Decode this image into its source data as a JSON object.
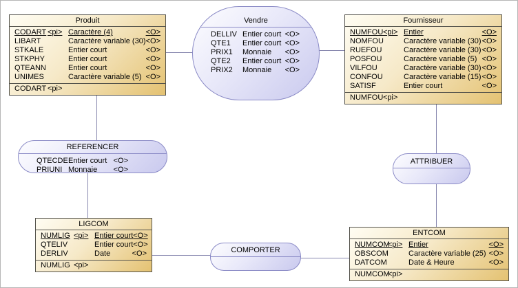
{
  "colors": {
    "entity_border": "#52514a",
    "entity_fill_light": "#fffdf3",
    "entity_fill_dark": "#e4c272",
    "association_border": "#8a8ac6",
    "association_fill_light": "#fdfdff",
    "association_fill_dark": "#c9c9ee",
    "link": "#8585ad",
    "text": "#000000",
    "canvas_background": "#ffffff"
  },
  "diagram": {
    "entities": [
      {
        "id": "produit",
        "title": "Produit",
        "attributes": [
          {
            "name": "CODART",
            "pi": "<pi>",
            "type": "Caractère (4)",
            "o": "<O>",
            "key": true
          },
          {
            "name": "LIBART",
            "pi": "",
            "type": "Caractère variable (30)",
            "o": "<O>"
          },
          {
            "name": "STKALE",
            "pi": "",
            "type": "Entier court",
            "o": "<O>"
          },
          {
            "name": "STKPHY",
            "pi": "",
            "type": "Entier court",
            "o": "<O>"
          },
          {
            "name": "QTEANN",
            "pi": "",
            "type": "Entier court",
            "o": "<O>"
          },
          {
            "name": "UNIMES",
            "pi": "",
            "type": "Caractère variable (5)",
            "o": "<O>"
          }
        ],
        "footer": [
          {
            "name": "CODART",
            "pi": "<pi>"
          }
        ]
      },
      {
        "id": "fournisseur",
        "title": "Fournisseur",
        "attributes": [
          {
            "name": "NUMFOU",
            "pi": "<pi>",
            "type": "Entier",
            "o": "<O>",
            "key": true
          },
          {
            "name": "NOMFOU",
            "pi": "",
            "type": "Caractère variable (30)",
            "o": "<O>"
          },
          {
            "name": "RUEFOU",
            "pi": "",
            "type": "Caractère variable (30)",
            "o": "<O>"
          },
          {
            "name": "POSFOU",
            "pi": "",
            "type": "Caractère variable (5)",
            "o": "<O>"
          },
          {
            "name": "VILFOU",
            "pi": "",
            "type": "Caractère variable (30)",
            "o": "<O>"
          },
          {
            "name": "CONFOU",
            "pi": "",
            "type": "Caractère variable (15)",
            "o": "<O>"
          },
          {
            "name": "SATISF",
            "pi": "",
            "type": "Entier court",
            "o": "<O>"
          }
        ],
        "footer": [
          {
            "name": "NUMFOU",
            "pi": "<pi>"
          }
        ]
      },
      {
        "id": "ligcom",
        "title": "LIGCOM",
        "attributes": [
          {
            "name": "NUMLIG",
            "pi": "<pi>",
            "type": "Entier court",
            "o": "<O>",
            "key": true
          },
          {
            "name": "QTELIV",
            "pi": "",
            "type": "Entier court",
            "o": "<O>"
          },
          {
            "name": "DERLIV",
            "pi": "",
            "type": "Date",
            "o": "<O>"
          }
        ],
        "footer": [
          {
            "name": "NUMLIG",
            "pi": "<pi>"
          }
        ]
      },
      {
        "id": "entcom",
        "title": "ENTCOM",
        "attributes": [
          {
            "name": "NUMCOM",
            "pi": "<pi>",
            "type": "Entier",
            "o": "<O>",
            "key": true
          },
          {
            "name": "OBSCOM",
            "pi": "",
            "type": "Caractère variable (25)",
            "o": "<O>"
          },
          {
            "name": "DATCOM",
            "pi": "",
            "type": "Date & Heure",
            "o": "<O>"
          }
        ],
        "footer": [
          {
            "name": "NUMCOM",
            "pi": "<pi>"
          }
        ]
      }
    ],
    "associations": [
      {
        "id": "vendre",
        "title": "Vendre",
        "attributes": [
          {
            "name": "DELLIV",
            "type": "Entier court",
            "o": "<O>"
          },
          {
            "name": "QTE1",
            "type": "Entier court",
            "o": "<O>"
          },
          {
            "name": "PRIX1",
            "type": "Monnaie",
            "o": "<O>"
          },
          {
            "name": "QTE2",
            "type": "Entier court",
            "o": "<O>"
          },
          {
            "name": "PRIX2",
            "type": "Monnaie",
            "o": "<O>"
          }
        ]
      },
      {
        "id": "referencer",
        "title": "REFERENCER",
        "attributes": [
          {
            "name": "QTECDE",
            "type": "Entier court",
            "o": "<O>"
          },
          {
            "name": "PRIUNI",
            "type": "Monnaie",
            "o": "<O>"
          }
        ]
      },
      {
        "id": "attribuer",
        "title": "ATTRIBUER",
        "attributes": []
      },
      {
        "id": "comporter",
        "title": "COMPORTER",
        "attributes": []
      }
    ],
    "links": [
      {
        "from": "produit",
        "to": "vendre"
      },
      {
        "from": "vendre",
        "to": "fournisseur"
      },
      {
        "from": "produit",
        "to": "referencer"
      },
      {
        "from": "referencer",
        "to": "ligcom"
      },
      {
        "from": "fournisseur",
        "to": "attribuer"
      },
      {
        "from": "attribuer",
        "to": "entcom"
      },
      {
        "from": "ligcom",
        "to": "comporter"
      },
      {
        "from": "comporter",
        "to": "entcom"
      }
    ]
  }
}
